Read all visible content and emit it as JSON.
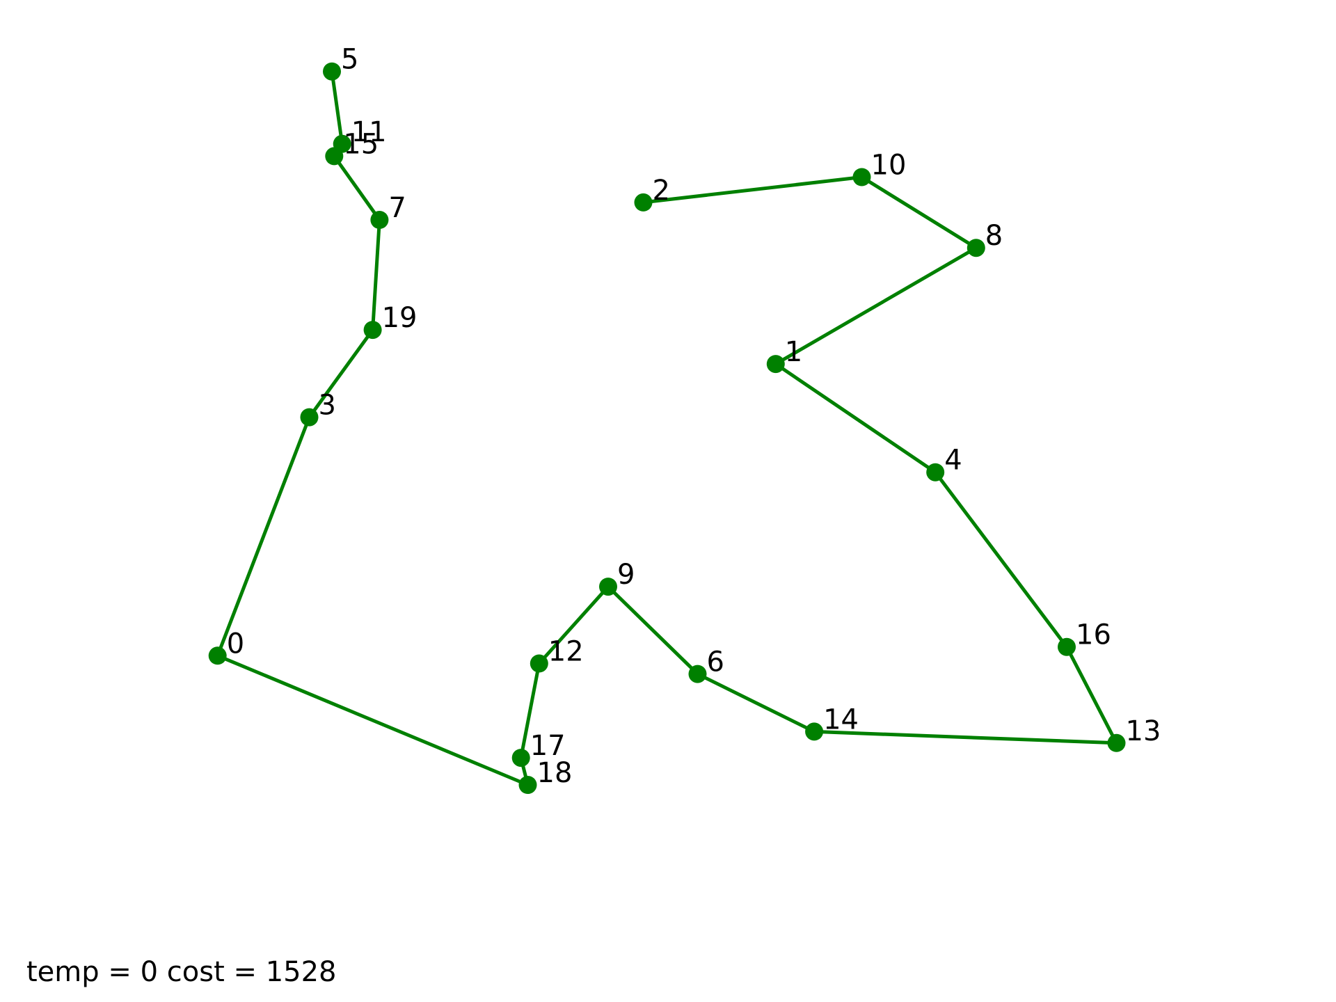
{
  "chart_data": {
    "type": "scatter",
    "title": "",
    "xlabel": "",
    "ylabel": "",
    "axes_visible": false,
    "grid": false,
    "xlim": [
      0,
      100
    ],
    "ylim": [
      0,
      100
    ],
    "route_closed": false,
    "color": "#008000",
    "points": [
      {
        "label": "5",
        "x": 20.1,
        "y": 91.9
      },
      {
        "label": "11",
        "x": 21.0,
        "y": 83.6
      },
      {
        "label": "15",
        "x": 20.3,
        "y": 82.2
      },
      {
        "label": "7",
        "x": 24.3,
        "y": 74.9
      },
      {
        "label": "19",
        "x": 23.7,
        "y": 62.3
      },
      {
        "label": "3",
        "x": 18.1,
        "y": 52.3
      },
      {
        "label": "0",
        "x": 10.0,
        "y": 25.0
      },
      {
        "label": "18",
        "x": 37.4,
        "y": 10.2
      },
      {
        "label": "17",
        "x": 36.8,
        "y": 13.3
      },
      {
        "label": "12",
        "x": 38.4,
        "y": 24.1
      },
      {
        "label": "9",
        "x": 44.5,
        "y": 32.9
      },
      {
        "label": "6",
        "x": 52.4,
        "y": 22.9
      },
      {
        "label": "14",
        "x": 62.7,
        "y": 16.3
      },
      {
        "label": "13",
        "x": 89.4,
        "y": 15.0
      },
      {
        "label": "16",
        "x": 85.0,
        "y": 26.0
      },
      {
        "label": "4",
        "x": 73.4,
        "y": 46.0
      },
      {
        "label": "1",
        "x": 59.3,
        "y": 58.4
      },
      {
        "label": "8",
        "x": 77.0,
        "y": 71.7
      },
      {
        "label": "10",
        "x": 66.9,
        "y": 79.8
      },
      {
        "label": "2",
        "x": 47.6,
        "y": 76.9
      }
    ]
  },
  "status": {
    "text": "temp = 0 cost = 1528"
  }
}
